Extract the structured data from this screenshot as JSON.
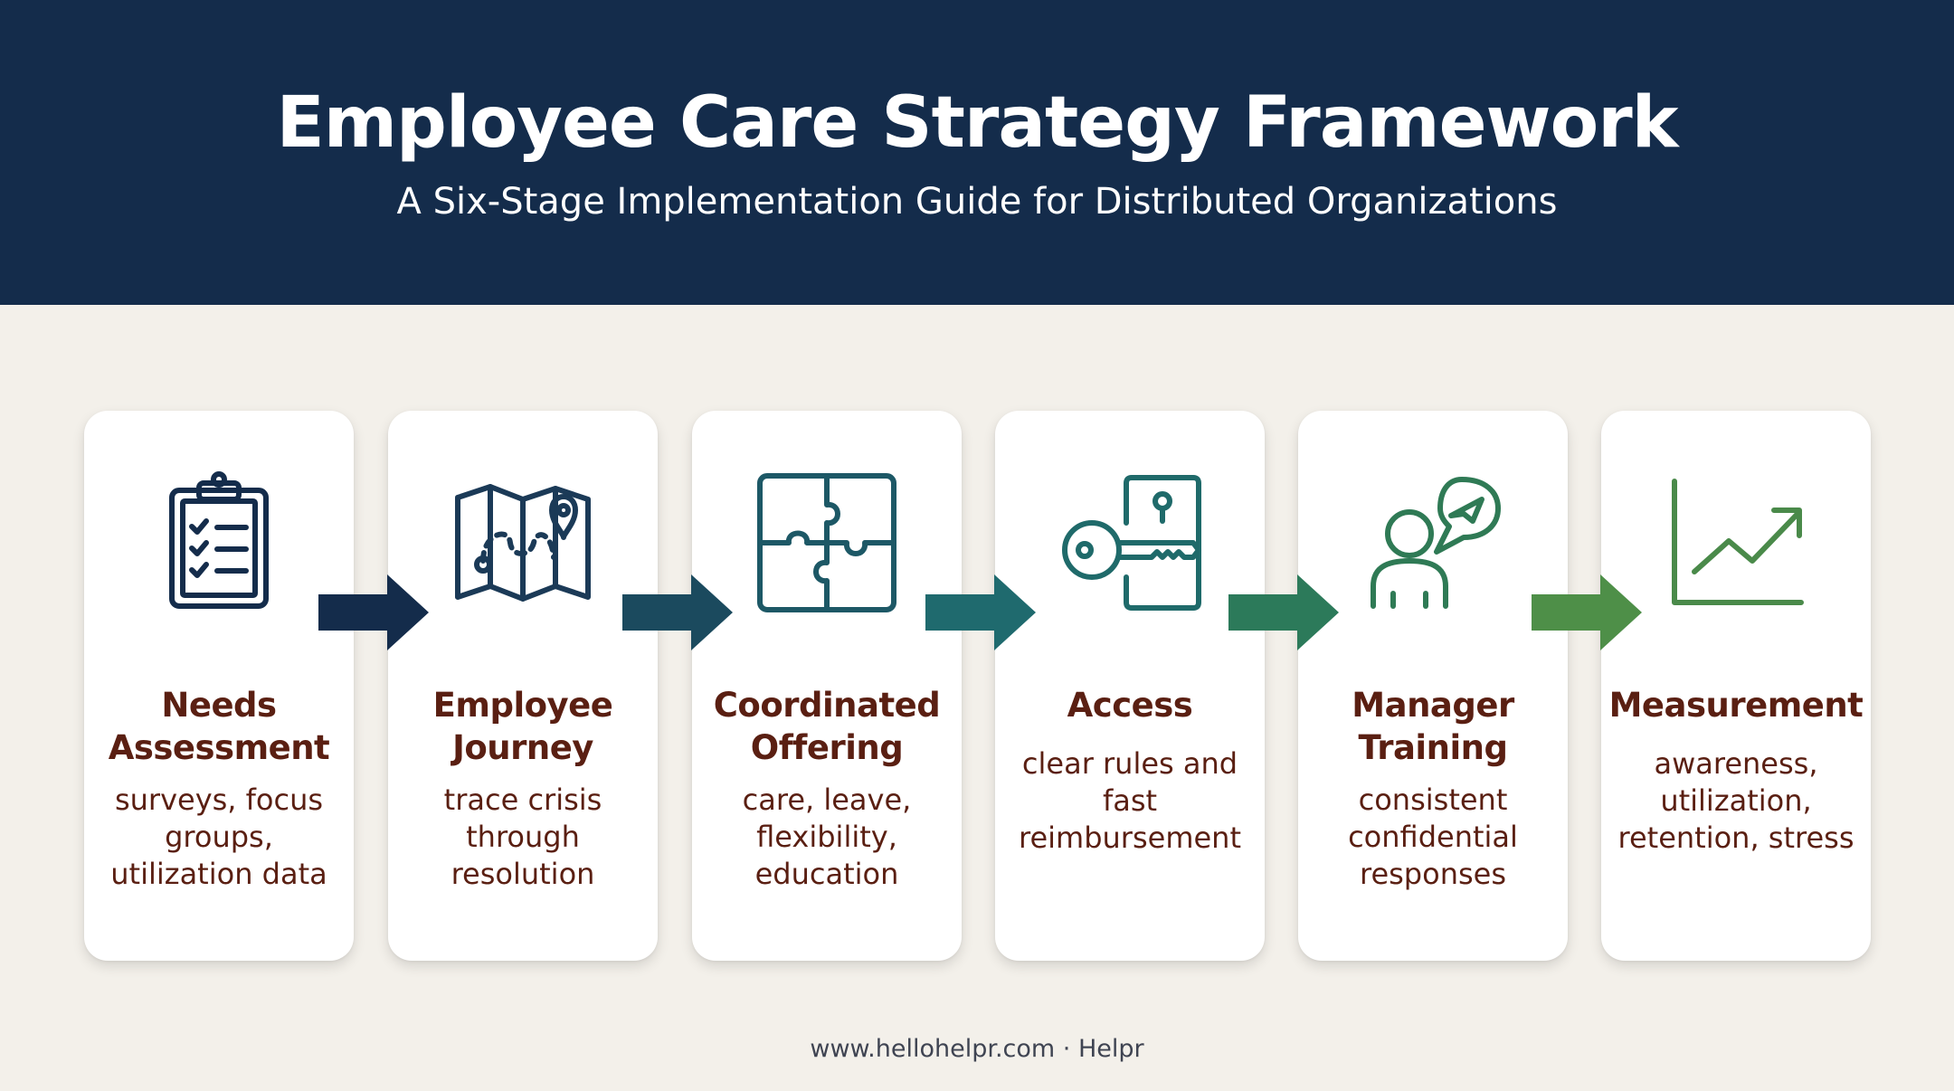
{
  "header": {
    "title": "Employee Care Strategy Framework",
    "subtitle": "A Six-Stage Implementation Guide for Distributed Organizations"
  },
  "stages": [
    {
      "title": "Needs\nAssessment",
      "description": "surveys, focus\ngroups,\nutilization data",
      "icon": "clipboard-checklist-icon",
      "color": "#142c4b"
    },
    {
      "title": "Employee\nJourney",
      "description": "trace crisis\nthrough\nresolution",
      "icon": "map-route-icon",
      "color": "#1b3a57"
    },
    {
      "title": "Coordinated\nOffering",
      "description": "care, leave,\nflexibility,\neducation",
      "icon": "puzzle-icon",
      "color": "#1d5866"
    },
    {
      "title": "Access",
      "description": "clear rules and\nfast\nreimbursement",
      "icon": "key-lock-icon",
      "color": "#1f6a6a"
    },
    {
      "title": "Manager\nTraining",
      "description": "consistent\nconfidential\nresponses",
      "icon": "person-speech-icon",
      "color": "#2f7a55"
    },
    {
      "title": "Measurement",
      "description": "awareness,\nutilization,\nretention, stress",
      "icon": "rising-chart-icon",
      "color": "#4a8a4a"
    }
  ],
  "arrow_colors": [
    "#142c4b",
    "#1b4a5e",
    "#1f6a6e",
    "#2c7a5a",
    "#4e8f48"
  ],
  "text_color": "#5a1f12",
  "footer": "www.hellohelpr.com · Helpr"
}
